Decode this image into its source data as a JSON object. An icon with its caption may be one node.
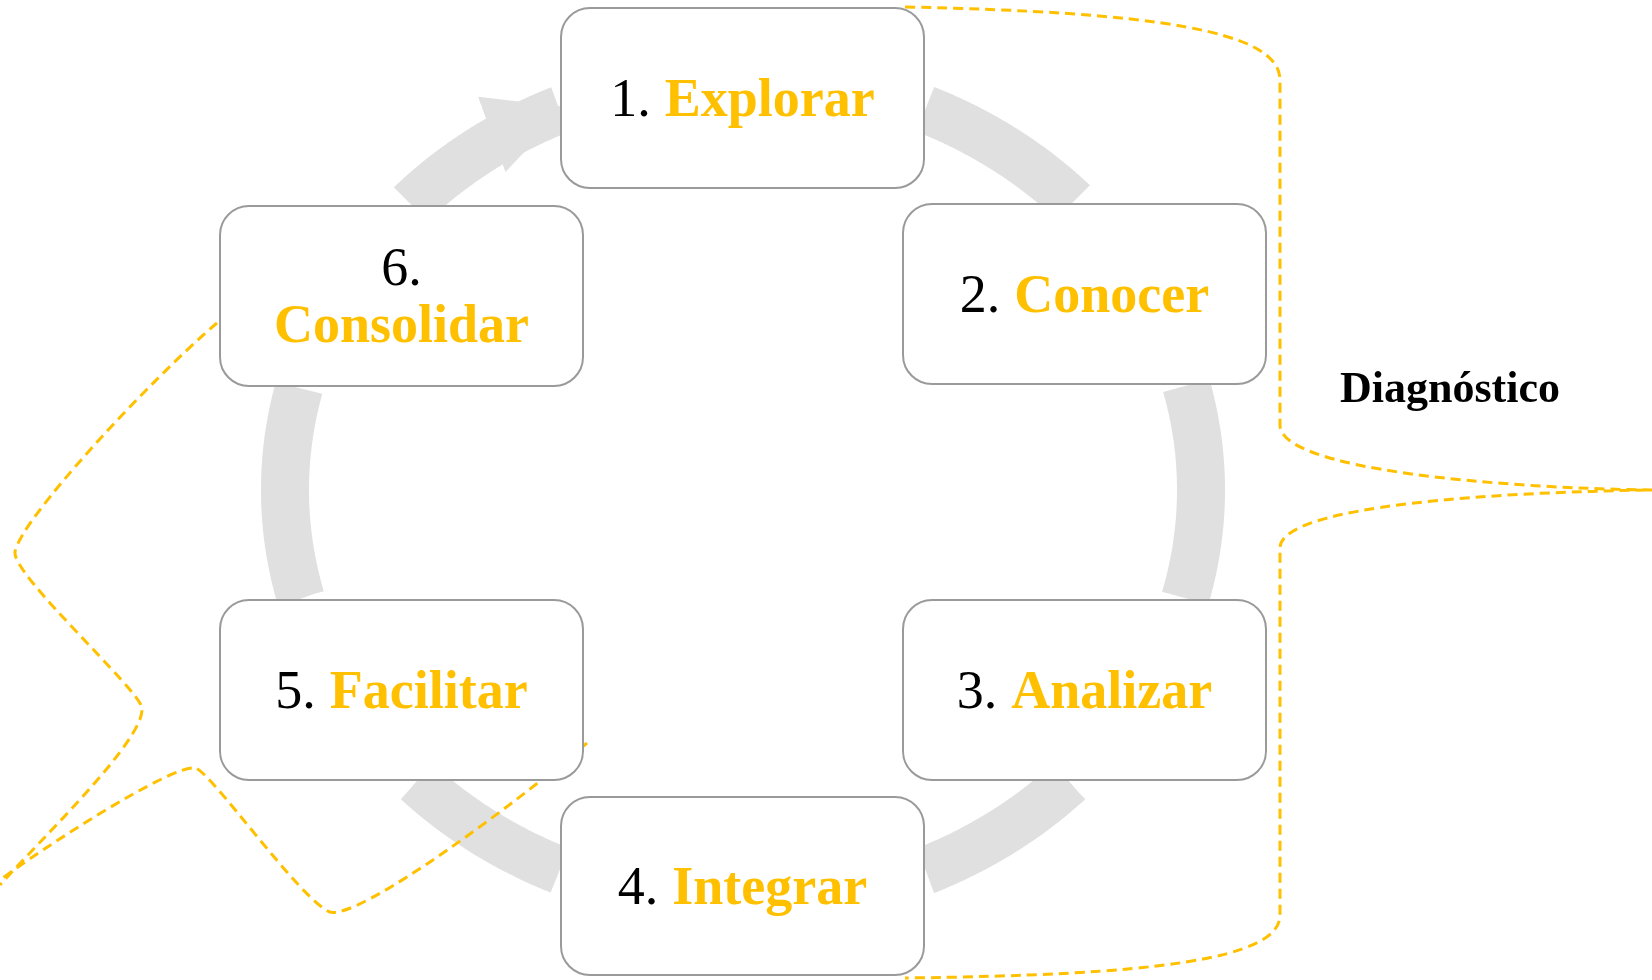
{
  "diagram": {
    "nodes": [
      {
        "text": [
          "1.",
          "Explorar"
        ]
      },
      {
        "text": [
          "2.",
          "Conocer"
        ]
      },
      {
        "text": [
          "3.",
          "Analizar"
        ]
      },
      {
        "text": [
          "4.",
          "Integrar"
        ]
      },
      {
        "text": [
          "5.",
          "Facilitar"
        ]
      },
      {
        "text": [
          "6.",
          "Consolidar"
        ]
      }
    ],
    "edges": [
      {
        "from": 0,
        "to": 1,
        "arrow": "none"
      },
      {
        "from": 1,
        "to": 2,
        "arrow": "none"
      },
      {
        "from": 2,
        "to": 3,
        "arrow": "none"
      },
      {
        "from": 3,
        "to": 4,
        "arrow": "none"
      },
      {
        "from": 4,
        "to": 5,
        "arrow": "none"
      },
      {
        "from": 5,
        "to": 0,
        "arrow": "to"
      }
    ],
    "labels": [
      "Diagnóstico"
    ]
  }
}
